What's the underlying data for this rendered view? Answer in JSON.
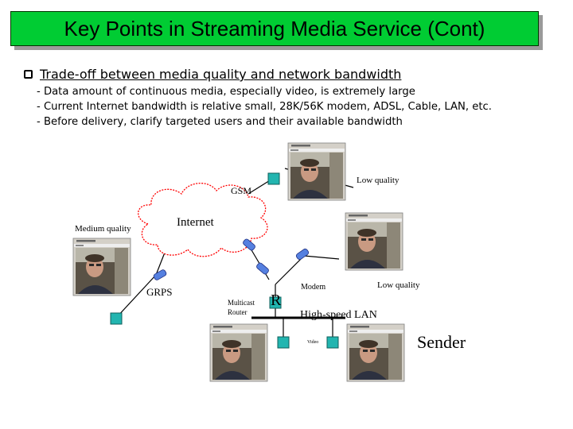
{
  "slide": {
    "title": "Key Points in Streaming Media Service (Cont)",
    "bullet": "Trade-off between media quality and network bandwidth",
    "subpoints": [
      "- Data amount of continuous media, especially video, is extremely large",
      "- Current Internet bandwidth is relative small, 28K/56K modem, ADSL, Cable, LAN, etc.",
      "- Before delivery, clarify targeted users and their available bandwidth"
    ]
  },
  "diagram": {
    "internet": "Internet",
    "gsm": "GSM",
    "grps": "GRPS",
    "medium_quality": "Medium quality",
    "low_quality_top": "Low quality",
    "low_quality_right": "Low quality",
    "multicast_router_line1": "Multicast",
    "multicast_router_line2": "Router",
    "router_symbol": "R",
    "modem": "Modem",
    "high_speed_lan": "High-speed LAN",
    "sender": "Sender",
    "video_label": "Video"
  }
}
